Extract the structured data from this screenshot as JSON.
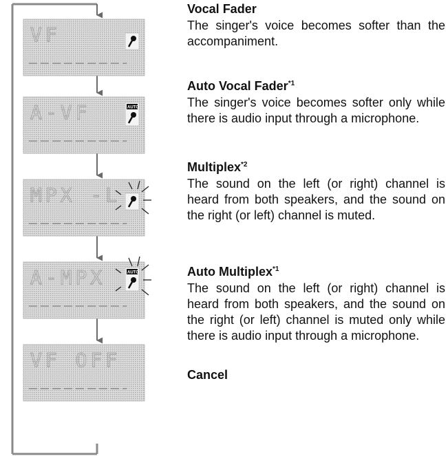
{
  "modes": [
    {
      "id": "vf",
      "display": "VF",
      "title": "Vocal Fader",
      "footnote": "",
      "description": "The singer's voice becomes softer than the accompaniment.",
      "icon": "microphone-icon",
      "icon_badge": "",
      "blinking": false
    },
    {
      "id": "avf",
      "display": "A-VF",
      "title": "Auto Vocal Fader",
      "footnote": "*1",
      "description": "The singer's voice becomes softer only while there is audio input through a microphone.",
      "icon": "auto-microphone-icon",
      "icon_badge": "AUTO",
      "blinking": false
    },
    {
      "id": "mpx",
      "display": "MPX -L",
      "title": "Multiplex",
      "footnote": "*2",
      "description": "The sound on the left (or right) channel is heard from both speakers, and the sound on the right (or left) channel is muted.",
      "icon": "microphone-icon",
      "icon_badge": "",
      "blinking": true
    },
    {
      "id": "ampx",
      "display": "A-MPX",
      "title": "Auto Multiplex",
      "footnote": "*1",
      "description": "The sound on the left (or right) channel is heard from both speakers, and the sound on the right (or left) channel is muted only while there is audio input through a microphone.",
      "icon": "auto-microphone-icon",
      "icon_badge": "AUTO",
      "blinking": true
    },
    {
      "id": "cancel",
      "display": "VF OFF",
      "title": "Cancel",
      "footnote": "",
      "description": "",
      "icon": "",
      "icon_badge": "",
      "blinking": false
    }
  ],
  "colors": {
    "lcd_background": "#d4d4d4",
    "lcd_segment": "#a9a9a9",
    "arrow": "#6a6a6a",
    "text": "#111111"
  }
}
